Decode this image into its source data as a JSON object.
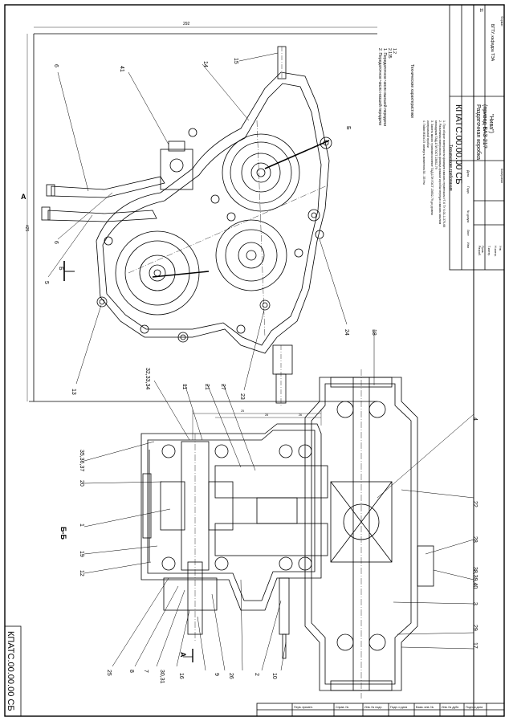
{
  "drawing": {
    "code": "КПАТС.00.00.00 СБ",
    "code_stamp": "КПАТС.00.00.00 СБ",
    "title": "Раздаточная коробка",
    "title_sub": "(привод ВАЗ-21?",
    "title_sub2": "\"Нива\")",
    "org": "БГТУ, кафедра ТЭА",
    "sheet_no": "11",
    "copy_label": "Копировал",
    "format_label": "Формат"
  },
  "tech": {
    "header": "Технические характеристики",
    "lines": [
      "1. Передаточное число высшей передачи",
      "2. Передаточное число низшей передачи"
    ],
    "values": [
      "1.2",
      "2.135"
    ]
  },
  "req": {
    "header": "Технические требования",
    "lines": [
      "1. При сборке поверхности фланцев смазать герметиком УГ-6 ТУ 6-01-1-370-66",
      "2. Разъемная поверхность фланца крышки коробки передач смазать маслом",
      "   гипоидным ТАД-17И ГОСТ 23652-79",
      "3. Залить масло трансмиссионное ТАД-17И ГОСТ 23652-79 до уровня",
      "   контрольной пробки",
      "4. Гайки М10х1,5 затянуть моментом 30...35 Нм"
    ]
  },
  "section": {
    "view_a": "А",
    "section_bb": "Б-Б",
    "arrow_a": "А",
    "mark_b": "Б"
  },
  "dims": {
    "d1": "25",
    "d2": "28",
    "d3": "26"
  },
  "callouts": {
    "c41": "41",
    "c14": "14",
    "c15": "15",
    "c6a": "6",
    "c6b": "6",
    "c5": "5",
    "c6arrow": "Б",
    "c13": "13",
    "c23": "23",
    "c24": "24",
    "c18": "18",
    "c4": "4",
    "c22": "22",
    "c28": "28",
    "c383940": "38,39,40",
    "c3": "3",
    "c17": "17",
    "c29": "29",
    "c353637": "35,36,37",
    "c20": "20",
    "c1": "1",
    "c19": "19",
    "c12": "12",
    "c25": "25",
    "c8": "8",
    "c7": "7",
    "c3031": "30,31",
    "c16": "16",
    "c9": "9",
    "c26": "26",
    "c2": "2",
    "c10": "10",
    "c323334": "32,33,34",
    "c11": "11",
    "c21": "21",
    "c27": "27"
  },
  "stamp_cols": [
    "Изм",
    "Лист",
    "№ докум.",
    "Подп.",
    "Дата"
  ],
  "stamp_rows": [
    "Разраб.",
    "Пров.",
    "Т.контр.",
    "Н.контр.",
    "Утв."
  ],
  "stamp_bottom": [
    "Инв. № подл.",
    "Подп. и дата",
    "Взам. инв. №",
    "Инв. № дубл.",
    "Подп. и дата"
  ],
  "stamp_bottom_left": [
    "Перв. примен.",
    "Справ. №"
  ]
}
